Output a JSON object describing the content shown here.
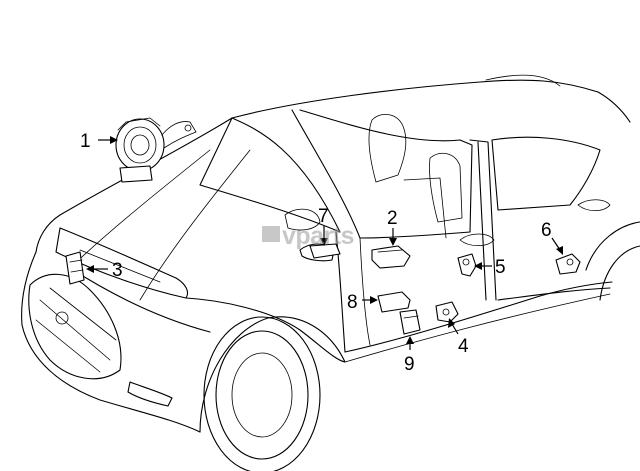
{
  "watermark": "vparts",
  "callouts": [
    {
      "id": "1",
      "label": "1"
    },
    {
      "id": "2",
      "label": "2"
    },
    {
      "id": "3",
      "label": "3"
    },
    {
      "id": "4",
      "label": "4"
    },
    {
      "id": "5",
      "label": "5"
    },
    {
      "id": "6",
      "label": "6"
    },
    {
      "id": "7",
      "label": "7"
    },
    {
      "id": "8",
      "label": "8"
    },
    {
      "id": "9",
      "label": "9"
    }
  ]
}
